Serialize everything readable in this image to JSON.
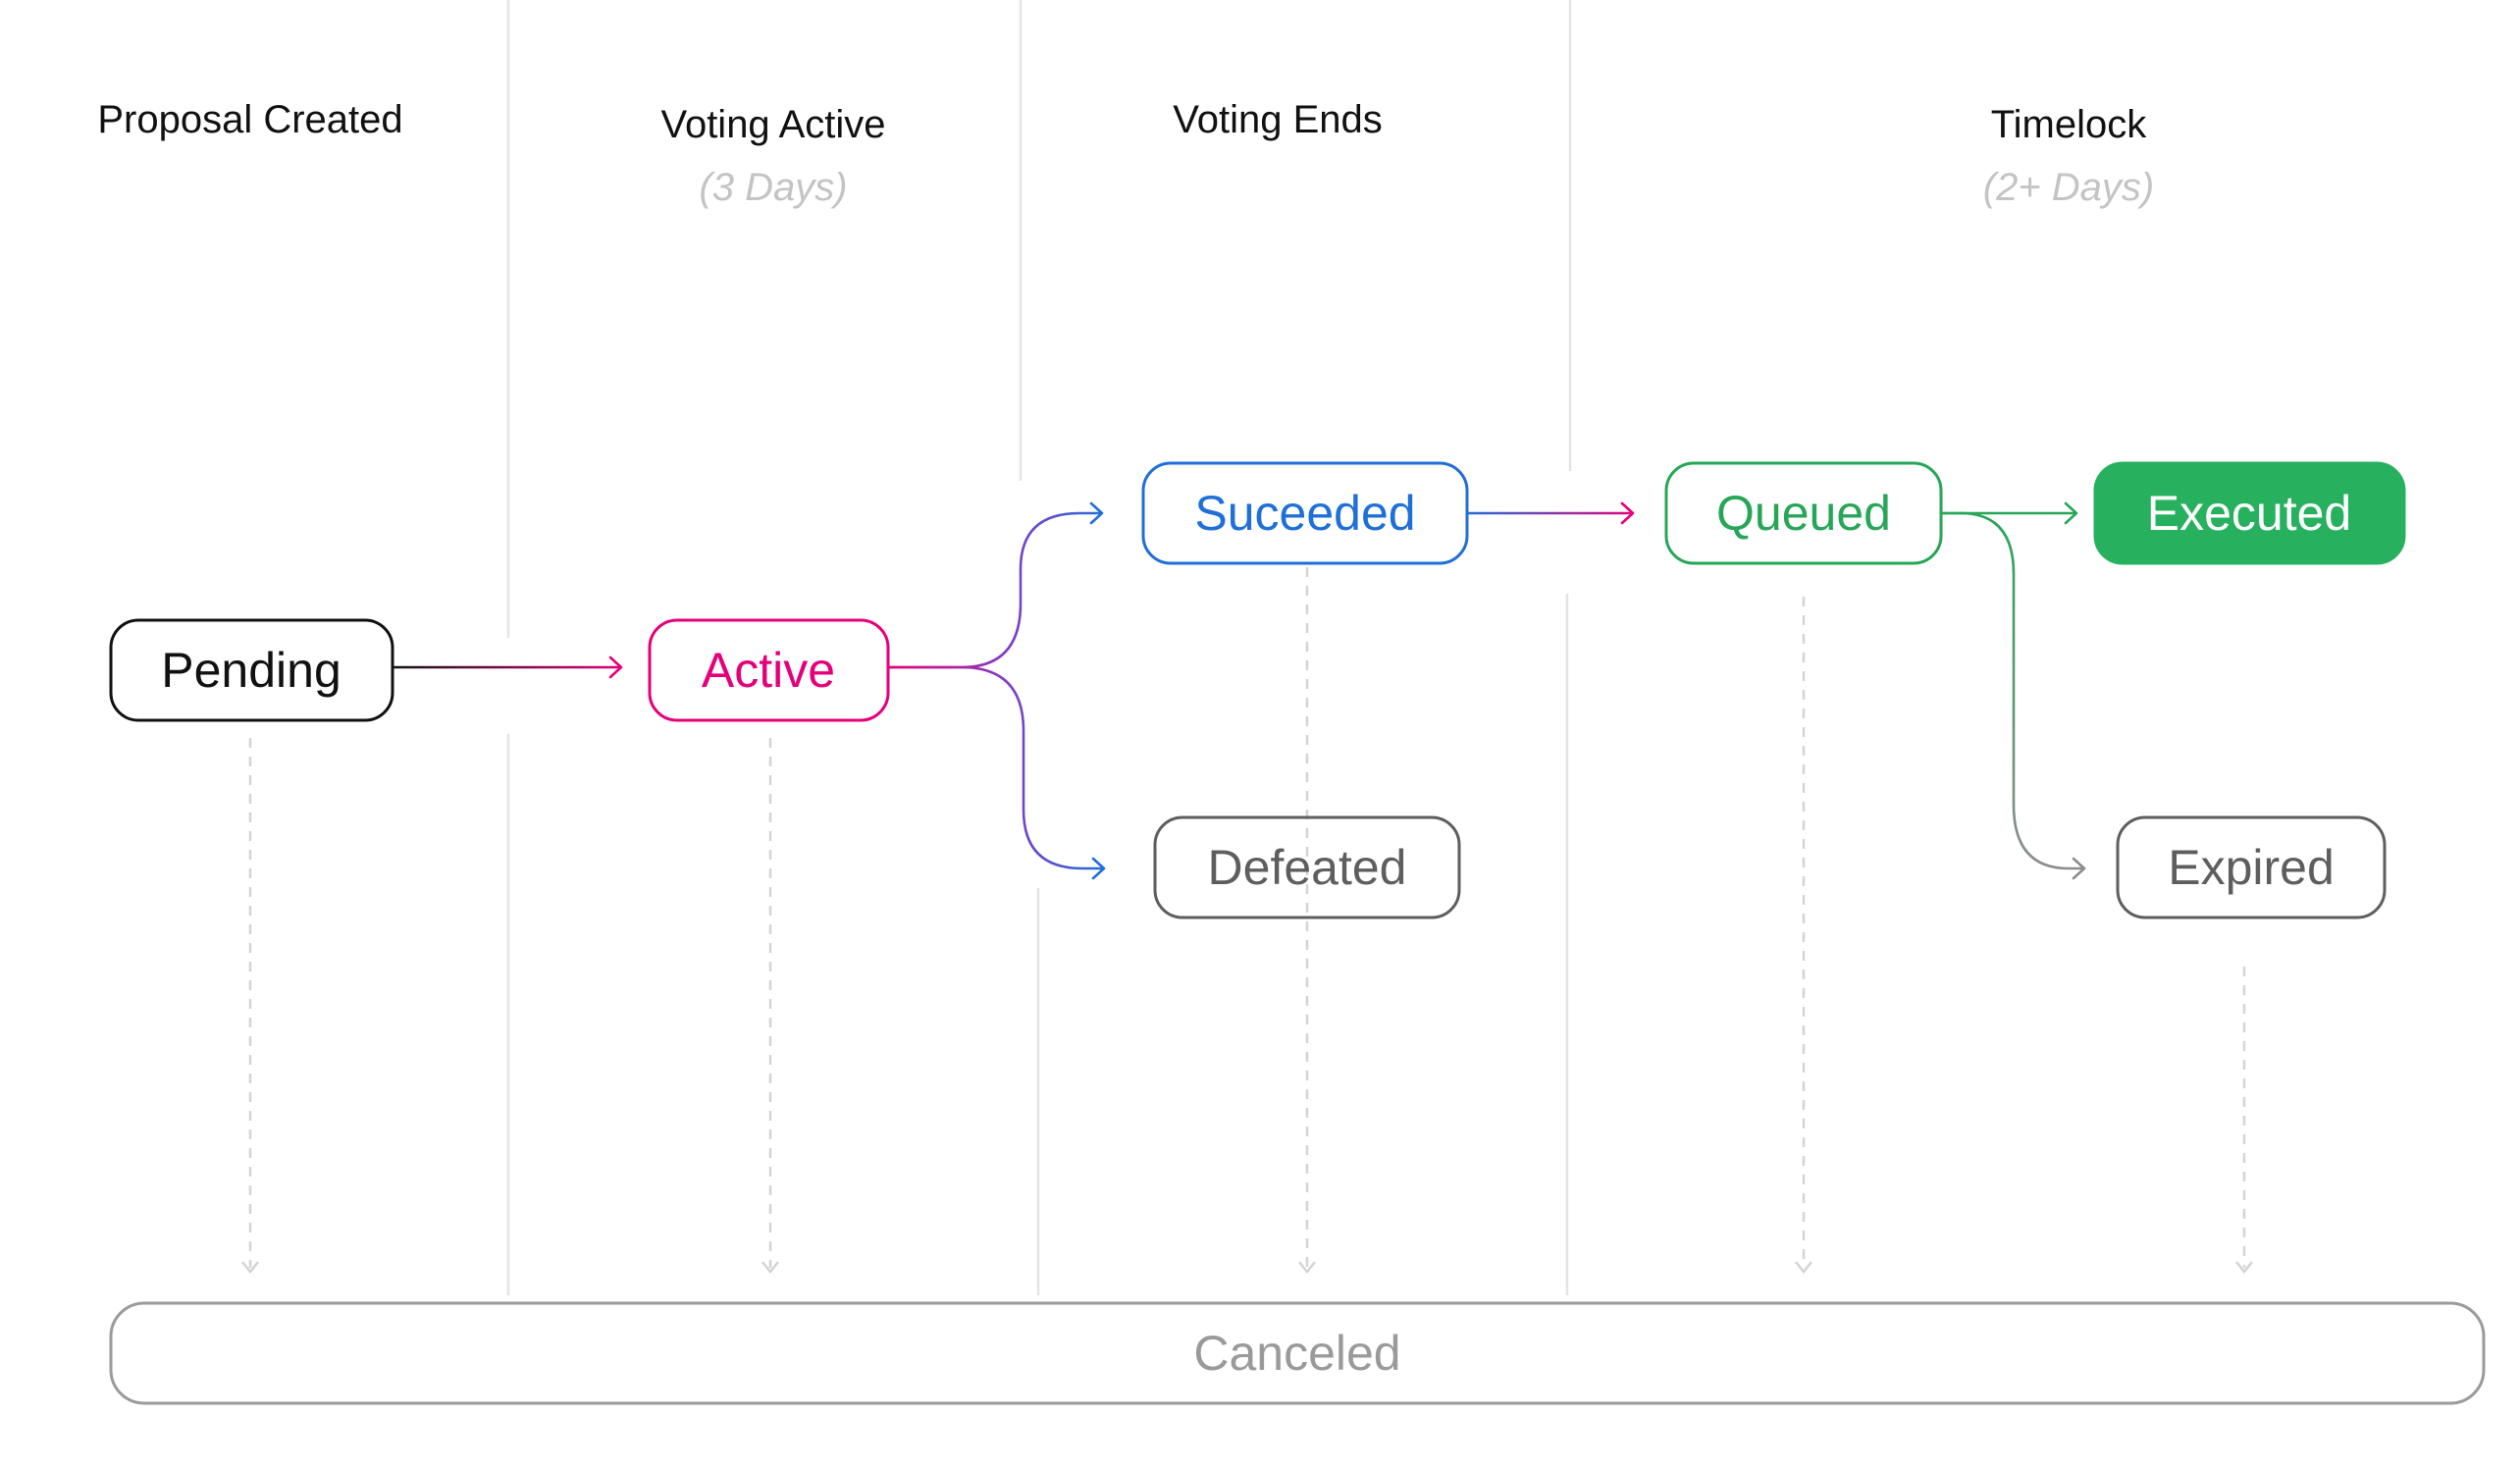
{
  "phases": [
    {
      "title": "Proposal Created",
      "subtitle": ""
    },
    {
      "title": "Voting Active",
      "subtitle": "(3 Days)"
    },
    {
      "title": "Voting Ends",
      "subtitle": ""
    },
    {
      "title": "Timelock",
      "subtitle": "(2+ Days)"
    }
  ],
  "states": {
    "pending": {
      "label": "Pending",
      "color": "#111111"
    },
    "active": {
      "label": "Active",
      "color": "#e5007a"
    },
    "succeeded": {
      "label": "Suceeded",
      "color": "#1f6fd9"
    },
    "defeated": {
      "label": "Defeated",
      "color": "#5e5e5e"
    },
    "queued": {
      "label": "Queued",
      "color": "#27a658"
    },
    "executed": {
      "label": "Executed",
      "color": "#ffffff",
      "fill": "#27b15f"
    },
    "expired": {
      "label": "Expired",
      "color": "#5e5e5e"
    },
    "canceled": {
      "label": "Canceled",
      "color": "#9a9a9a"
    }
  },
  "colors": {
    "purple": "#7f3fc4",
    "grey_edge": "#8c8c8c"
  }
}
